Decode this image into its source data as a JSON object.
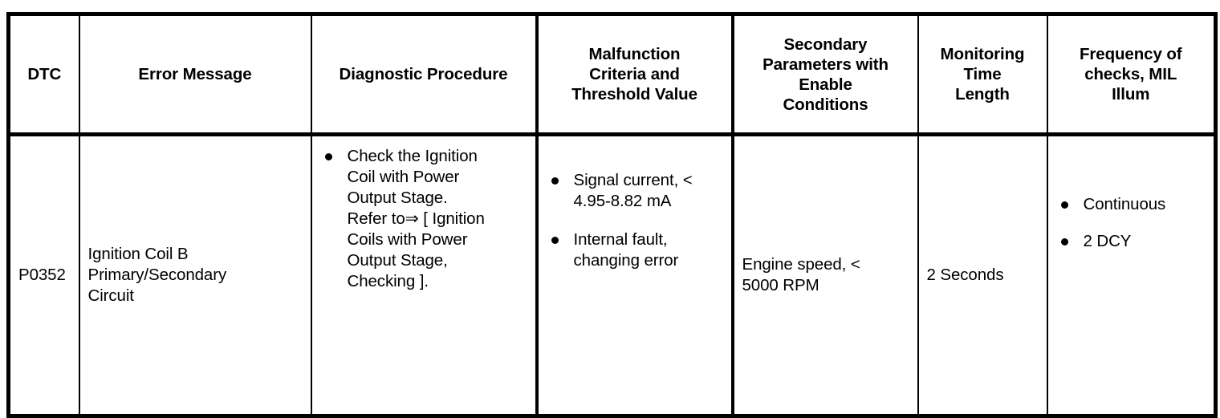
{
  "document": {
    "type": "dtc-table",
    "background_color": "#ffffff",
    "line_color": "#000000"
  },
  "table": {
    "columns": [
      {
        "key": "dtc",
        "header": "DTC"
      },
      {
        "key": "error",
        "header": "Error Message"
      },
      {
        "key": "procedure",
        "header": "Diagnostic Procedure"
      },
      {
        "key": "criteria",
        "header_lines": [
          "Malfunction",
          "Criteria and",
          "Threshold Value"
        ]
      },
      {
        "key": "secondary",
        "header_lines": [
          "Secondary",
          "Parameters with",
          "Enable",
          "Conditions"
        ]
      },
      {
        "key": "monitoring",
        "header_lines": [
          "Monitoring",
          "Time",
          "Length"
        ]
      },
      {
        "key": "frequency",
        "header_lines": [
          "Frequency of",
          "checks, MIL",
          "Illum"
        ]
      }
    ],
    "rows": [
      {
        "dtc": "P0352",
        "error_lines": [
          "Ignition Coil B",
          "Primary/Secondary",
          "Circuit"
        ],
        "procedure_bullets": [
          [
            "Check the Ignition",
            "Coil with Power",
            "Output Stage.",
            "Refer to⇒ [ Ignition",
            "Coils with Power",
            "Output Stage,",
            "Checking ]."
          ]
        ],
        "criteria_bullets": [
          [
            "Signal current, <",
            "4.95-8.82 mA"
          ],
          [
            "Internal fault,",
            "changing error"
          ]
        ],
        "secondary_lines": [
          "Engine speed, <",
          "5000 RPM"
        ],
        "monitoring": "2 Seconds",
        "frequency_bullets": [
          [
            "Continuous"
          ],
          [
            "2 DCY"
          ]
        ]
      }
    ]
  }
}
